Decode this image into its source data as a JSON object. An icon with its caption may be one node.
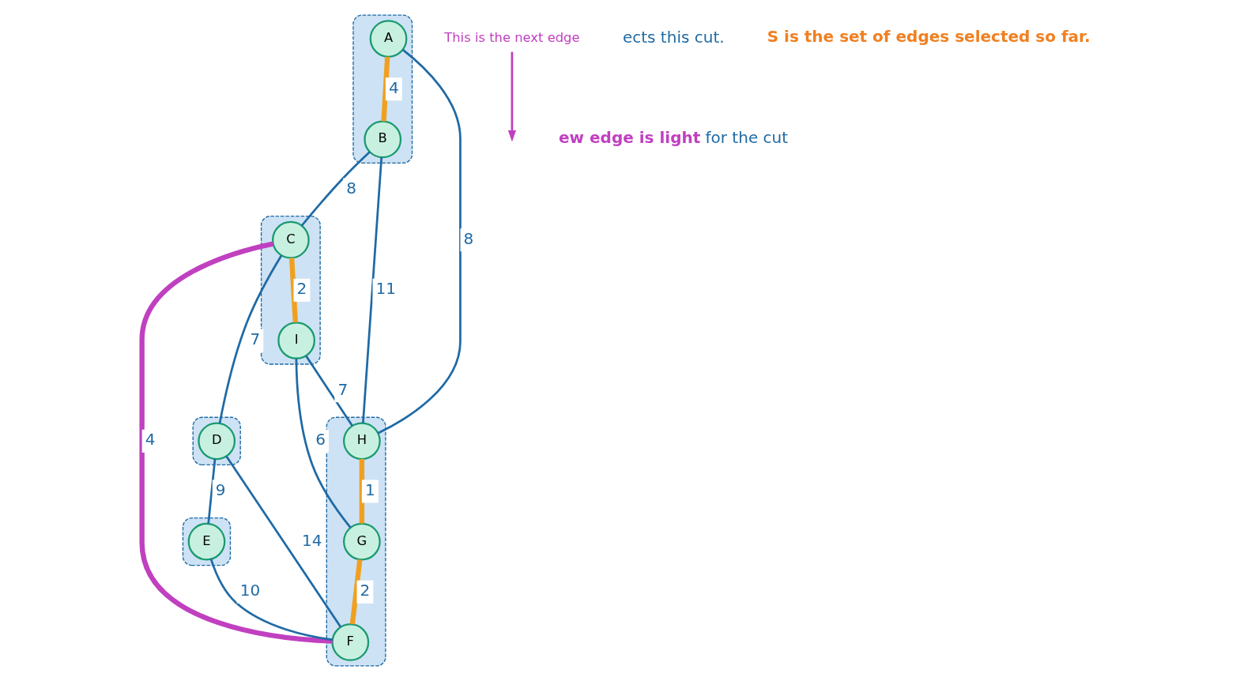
{
  "diagram": {
    "nodes": [
      {
        "text": [],
        "shape": "cloud"
      },
      {
        "text": [
          "B"
        ],
        "in": 0
      },
      {
        "text": [
          "A"
        ],
        "in": 0
      },
      {
        "text": [],
        "shape": "cloud"
      },
      {
        "text": [
          "C"
        ],
        "in": 3
      },
      {
        "text": [
          "I"
        ],
        "in": 3
      },
      {
        "text": [],
        "shape": "cloud"
      },
      {
        "text": [
          "D"
        ],
        "in": 6
      },
      {
        "text": [],
        "shape": "cloud"
      },
      {
        "text": [
          "E"
        ],
        "in": 8
      },
      {
        "text": [],
        "shape": "cloud"
      },
      {
        "text": [
          "H"
        ],
        "in": 10
      },
      {
        "text": [
          "G"
        ],
        "in": 10
      },
      {
        "text": [
          "F"
        ],
        "in": 10
      },
      {
        "text": [
          "This is the next edge"
        ]
      }
    ],
    "edges": [
      {
        "from": 2,
        "to": 1,
        "arrow": "none",
        "label": "4",
        "style": "thick",
        "color": "#f0a020"
      },
      {
        "from": 1,
        "to": 4,
        "arrow": "none",
        "label": "8"
      },
      {
        "from": 4,
        "to": 7,
        "arrow": "none",
        "label": "7"
      },
      {
        "from": 4,
        "to": 5,
        "arrow": "none",
        "label": "2",
        "style": "thick",
        "color": "#f0a020"
      },
      {
        "from": 4,
        "to": 13,
        "arrow": "none",
        "label": "4",
        "style": "thick",
        "color": "#c040c0"
      },
      {
        "from": 7,
        "to": 9,
        "arrow": "none",
        "label": "9"
      },
      {
        "from": 7,
        "to": 13,
        "arrow": "none",
        "label": "14"
      },
      {
        "from": 9,
        "to": 13,
        "arrow": "none",
        "label": "10"
      },
      {
        "from": 2,
        "to": 11,
        "arrow": "none",
        "label": "8"
      },
      {
        "from": 1,
        "to": 11,
        "arrow": "none",
        "label": "11"
      },
      {
        "from": 5,
        "to": 11,
        "arrow": "none",
        "label": "7"
      },
      {
        "from": 5,
        "to": 12,
        "arrow": "none",
        "label": "6"
      },
      {
        "from": 11,
        "to": 12,
        "arrow": "none",
        "label": "1",
        "style": "thick",
        "color": "#f0a020"
      },
      {
        "from": 12,
        "to": 13,
        "arrow": "none",
        "label": "2",
        "style": "thick",
        "color": "#f0a020"
      },
      {
        "from": 14,
        "to": null,
        "arrow": "to",
        "color": "#c040c0"
      }
    ],
    "labels": [
      "ects this cut.",
      "**ew edge is light** for the cut",
      "S is the set of edges selected so far."
    ]
  }
}
